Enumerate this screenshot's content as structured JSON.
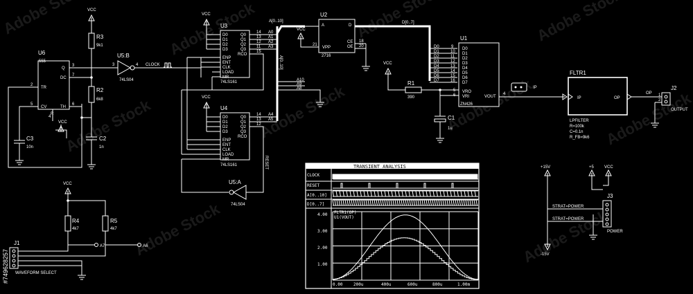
{
  "labels": {
    "vcc": "VCC",
    "clock_net": "CLOCK",
    "reset_net": "RESET",
    "addr_bus": "A[0..10]",
    "data_bus": "D[0..7]",
    "p15": "+15V",
    "p5": "+5",
    "m15": "-15V",
    "strat_power": "STRAT=POWER",
    "a6": "A6",
    "a7": "A7",
    "a8": "A8",
    "a9": "A9",
    "a10": "A10",
    "vout": "VOUT",
    "ip": "IP",
    "op": "OP"
  },
  "parts": {
    "u6": {
      "ref": "U6",
      "type": "555",
      "pins": [
        "Q",
        "DC",
        "TR",
        "CV",
        "TH",
        "R"
      ]
    },
    "u5b": {
      "ref": "U5:B",
      "type": "74LS04"
    },
    "u5a": {
      "ref": "U5:A",
      "type": "74LS04"
    },
    "u3": {
      "ref": "U3",
      "type": "74LS161"
    },
    "u4": {
      "ref": "U4",
      "type": "74LS161"
    },
    "u2": {
      "ref": "U2",
      "type": "2716"
    },
    "u1": {
      "ref": "U1",
      "type": "ZN426"
    },
    "fltr1": {
      "ref": "FLTR1",
      "type": "LPFILTER",
      "params": [
        "R=100k",
        "C=0.1n",
        "R_FB=9k6"
      ]
    },
    "r3": {
      "ref": "R3",
      "value": "9k1"
    },
    "r2": {
      "ref": "R2",
      "value": "6k8"
    },
    "c3": {
      "ref": "C3",
      "value": "10n"
    },
    "c2": {
      "ref": "C2",
      "value": "1n"
    },
    "r1": {
      "ref": "R1",
      "value": "390"
    },
    "c1": {
      "ref": "C1",
      "value": "1u"
    },
    "r4": {
      "ref": "R4",
      "value": "4k7"
    },
    "r5": {
      "ref": "R5",
      "value": "4k7"
    },
    "j1": {
      "ref": "J1",
      "caption": "WAVEFORM SELECT"
    },
    "j2": {
      "ref": "J2",
      "caption": "OUTPUT"
    },
    "j3": {
      "ref": "J3",
      "caption": "POWER"
    }
  },
  "counter_pins": {
    "inputs": [
      "D0",
      "D1",
      "D2",
      "D3",
      "ENP",
      "ENT",
      "CLK",
      "LOAD",
      "MR"
    ],
    "outputs": [
      "Q0",
      "Q1",
      "Q2",
      "Q3",
      "RCO"
    ]
  },
  "dac_pins": {
    "inputs": [
      "D0",
      "D1",
      "D2",
      "D3",
      "D4",
      "D5",
      "D6",
      "D7"
    ],
    "extra": [
      "VRO",
      "VRI"
    ]
  },
  "eprom": {
    "pins": [
      "A",
      "D",
      "VPP",
      "CE",
      "OE"
    ]
  },
  "analysis": {
    "title": "TRANSIENT ANALYSIS",
    "rows": [
      "CLOCK",
      "RESET",
      "A[0..10]",
      "D[0..7]"
    ],
    "traces": [
      "FLTR1(OP)",
      "U1(VOUT)"
    ],
    "y_ticks": [
      "4.00",
      "3.00",
      "2.00",
      "1.00"
    ],
    "x_ticks": [
      "0.00",
      "200u",
      "400u",
      "600u",
      "800u",
      "1.00m"
    ]
  },
  "watermark": "Adobe Stock",
  "stock_id": "#749628257"
}
